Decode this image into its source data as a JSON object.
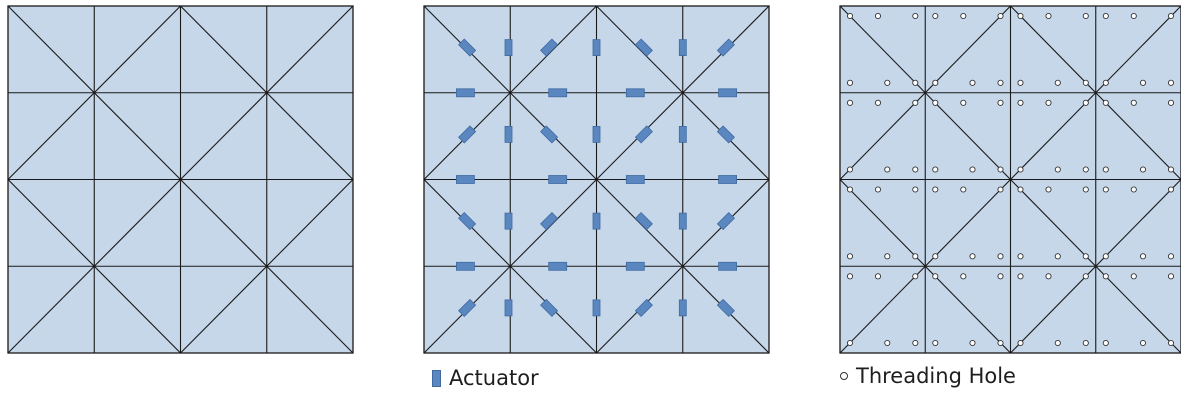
{
  "panels": [
    {
      "id": "plain-mesh",
      "features": "none"
    },
    {
      "id": "actuator-mesh",
      "features": "actuators"
    },
    {
      "id": "threading-mesh",
      "features": "holes"
    }
  ],
  "legend": {
    "actuator_label": "Actuator",
    "threading_hole_label": "Threading Hole"
  },
  "colors": {
    "panel_fill": "#c6d7ea",
    "line": "#1a1a1a",
    "actuator": "#5b87c1",
    "hole_fill": "#ffffff"
  }
}
